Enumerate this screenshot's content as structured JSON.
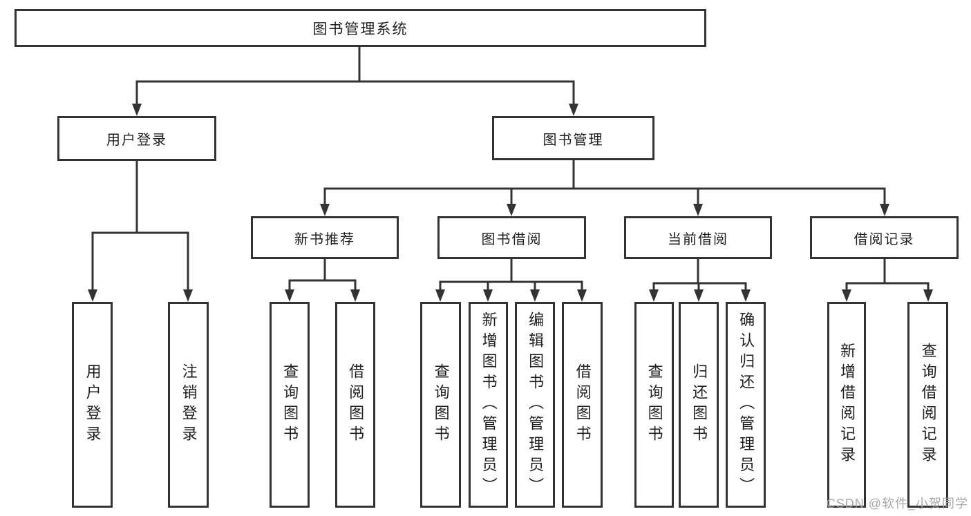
{
  "diagram": {
    "title": "图书管理系统",
    "root": {
      "label": "图书管理系统"
    },
    "level2": [
      {
        "label": "用户登录"
      },
      {
        "label": "图书管理"
      }
    ],
    "level3": [
      {
        "label": "新书推荐"
      },
      {
        "label": "图书借阅"
      },
      {
        "label": "当前借阅"
      },
      {
        "label": "借阅记录"
      }
    ],
    "leaves": [
      {
        "label": "用户登录"
      },
      {
        "label": "注销登录"
      },
      {
        "label": "查询图书"
      },
      {
        "label": "借阅图书"
      },
      {
        "label": "查询图书"
      },
      {
        "label": "新增图书（管理员）"
      },
      {
        "label": "编辑图书（管理员）"
      },
      {
        "label": "借阅图书"
      },
      {
        "label": "查询图书"
      },
      {
        "label": "归还图书"
      },
      {
        "label": "确认归还（管理员）"
      },
      {
        "label": "新增借阅记录"
      },
      {
        "label": "查询借阅记录"
      }
    ],
    "colors": {
      "line": "#333333",
      "text": "#1f1f1f",
      "background": "#ffffff",
      "watermark": "#9e9e9e"
    }
  },
  "watermark": {
    "text": "CSDN @软件_小贺同学"
  }
}
